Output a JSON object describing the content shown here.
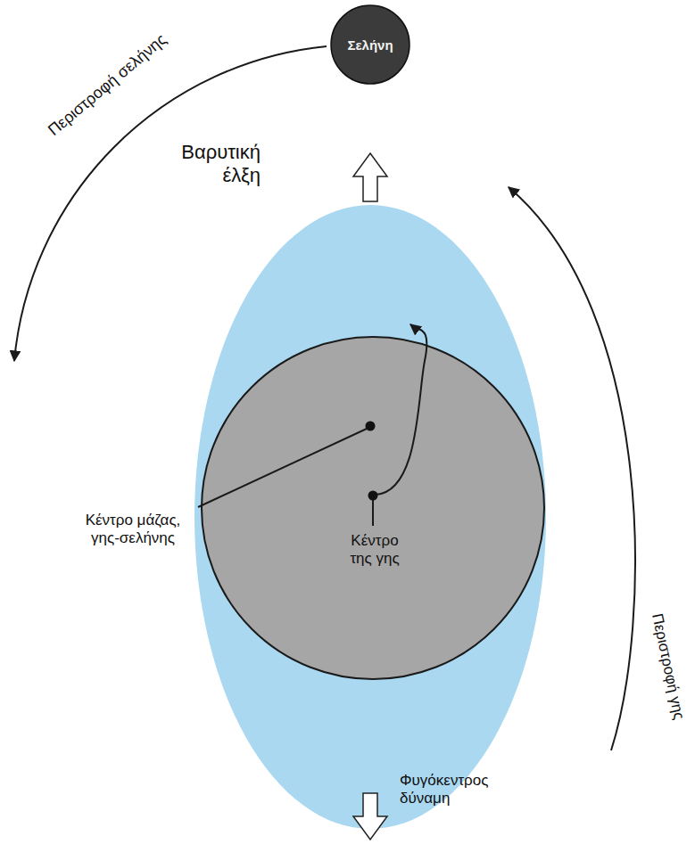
{
  "diagram": {
    "nodes": [
      {
        "text": [
          "Σελήνη"
        ]
      }
    ],
    "labels": [
      "Περιστροφή σελήνης",
      "Βαρυτική έλξη",
      "Περιστροφή γης",
      "Κέντρο μάζας, γης-σελήνης",
      "Κέντρο της γης",
      "Φυγόκεντρος δύναμη"
    ]
  }
}
